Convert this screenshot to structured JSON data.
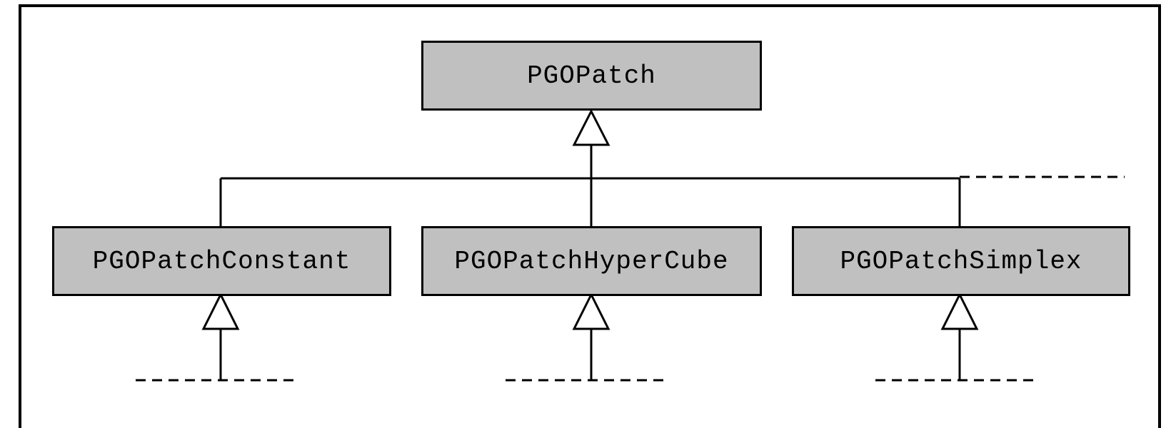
{
  "diagram": {
    "classes": {
      "root": "PGOPatch",
      "constant": "PGOPatchConstant",
      "hypercube": "PGOPatchHyperCube",
      "simplex": "PGOPatchSimplex"
    }
  },
  "colors": {
    "class_fill": "#c0c0c0",
    "line": "#000000",
    "background": "#ffffff"
  }
}
